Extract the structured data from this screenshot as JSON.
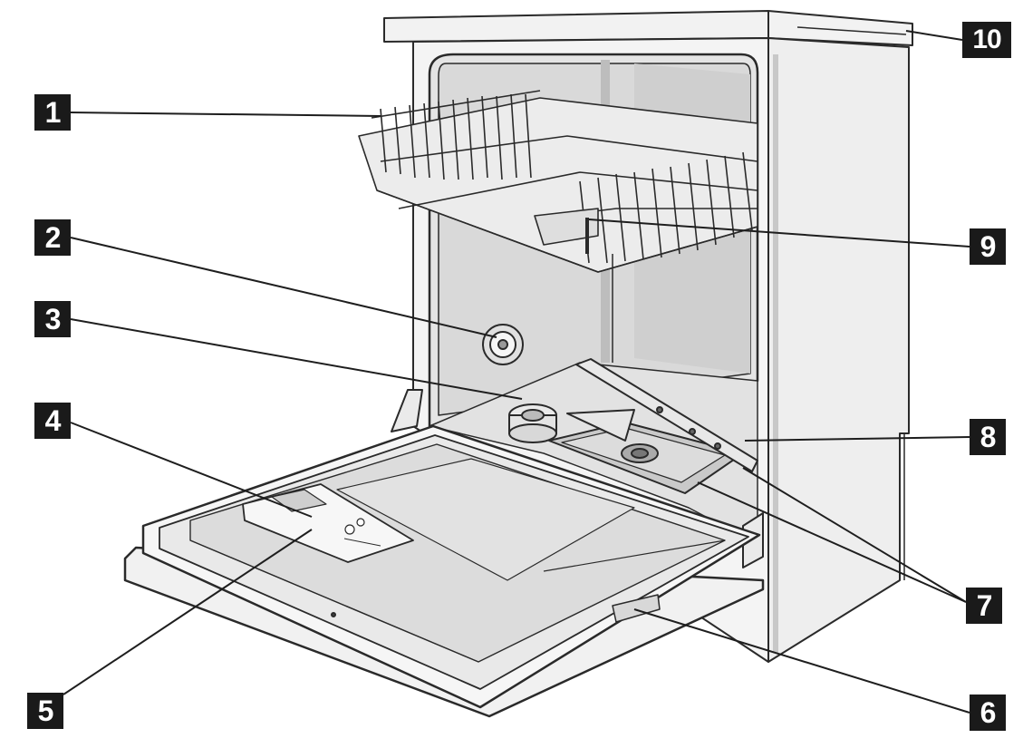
{
  "diagram": {
    "subject": "dishwasher-open-door",
    "callouts": [
      {
        "id": "c1",
        "label": "1"
      },
      {
        "id": "c2",
        "label": "2"
      },
      {
        "id": "c3",
        "label": "3"
      },
      {
        "id": "c4",
        "label": "4"
      },
      {
        "id": "c5",
        "label": "5"
      },
      {
        "id": "c6",
        "label": "6"
      },
      {
        "id": "c7",
        "label": "7"
      },
      {
        "id": "c8",
        "label": "8"
      },
      {
        "id": "c9",
        "label": "9"
      },
      {
        "id": "c10",
        "label": "10"
      }
    ],
    "colors": {
      "badge": "#1a1a1a",
      "line": "#1e1e1e",
      "body": "#f3f3f3",
      "cavity": "#d6d6d6",
      "shadow": "#bdbdbd"
    }
  }
}
